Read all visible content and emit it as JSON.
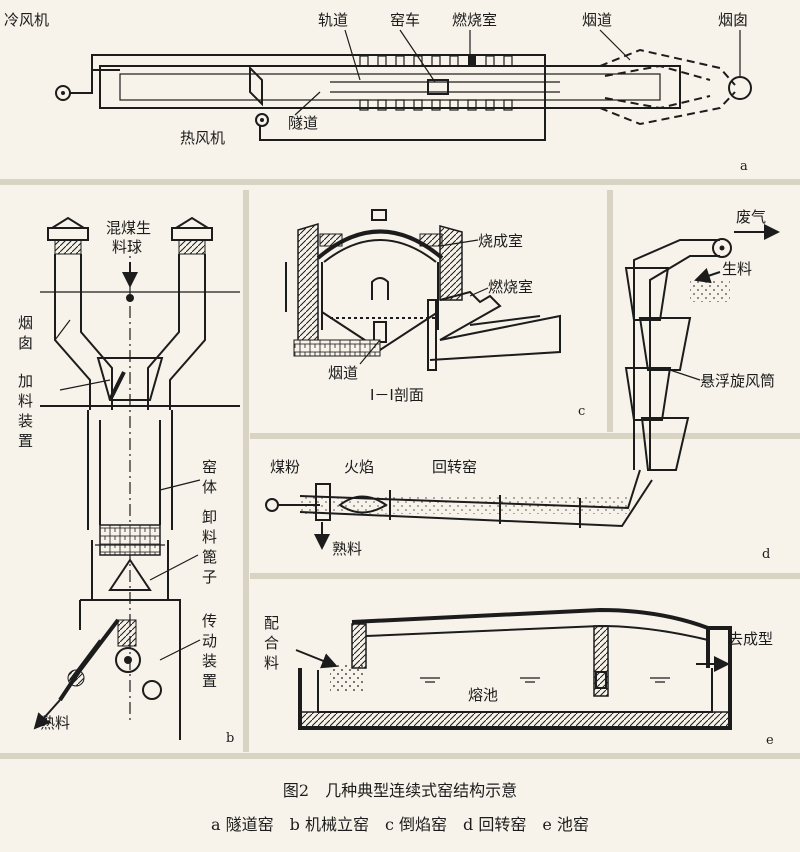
{
  "colors": {
    "ink": "#1c1c1c",
    "paper": "#f7f3ea"
  },
  "panel_a": {
    "letter": "a",
    "labels": {
      "cold_fan": "冷风机",
      "track": "轨道",
      "kiln_car": "窑车",
      "combustion": "燃烧室",
      "flue": "烟道",
      "chimney": "烟囱",
      "hot_fan": "热风机",
      "tunnel": "隧道"
    }
  },
  "panel_b": {
    "letter": "b",
    "labels": {
      "mix_1": "混煤生",
      "mix_2": "料球",
      "chimney_1": "烟",
      "chimney_2": "囱",
      "feeder_1": "加",
      "feeder_2": "料",
      "feeder_3": "装",
      "feeder_4": "置",
      "body_1": "窑",
      "body_2": "体",
      "grate_1": "卸",
      "grate_2": "料",
      "grate_3": "篦",
      "grate_4": "子",
      "drive_1": "传",
      "drive_2": "动",
      "drive_3": "装",
      "drive_4": "置",
      "clinker": "熟料"
    }
  },
  "panel_c": {
    "letter": "c",
    "labels": {
      "firing_room": "烧成室",
      "combustion": "燃烧室",
      "flue": "烟道",
      "section": "I－I剖面"
    }
  },
  "panel_d": {
    "letter": "d",
    "labels": {
      "exhaust": "废气",
      "raw_material": "生料",
      "cyclone": "悬浮旋风筒",
      "coal_powder": "煤粉",
      "flame": "火焰",
      "rotary_kiln": "回转窑",
      "clinker": "熟料"
    }
  },
  "panel_e": {
    "letter": "e",
    "labels": {
      "batch_1": "配",
      "batch_2": "合",
      "batch_3": "料",
      "to_forming": "去成型",
      "melt_pool": "熔池"
    }
  },
  "caption": {
    "title": "图2　几种典型连续式窑结构示意",
    "subtitle": "a 隧道窑　b 机械立窑　c 倒焰窑　d 回转窑　e 池窑"
  }
}
